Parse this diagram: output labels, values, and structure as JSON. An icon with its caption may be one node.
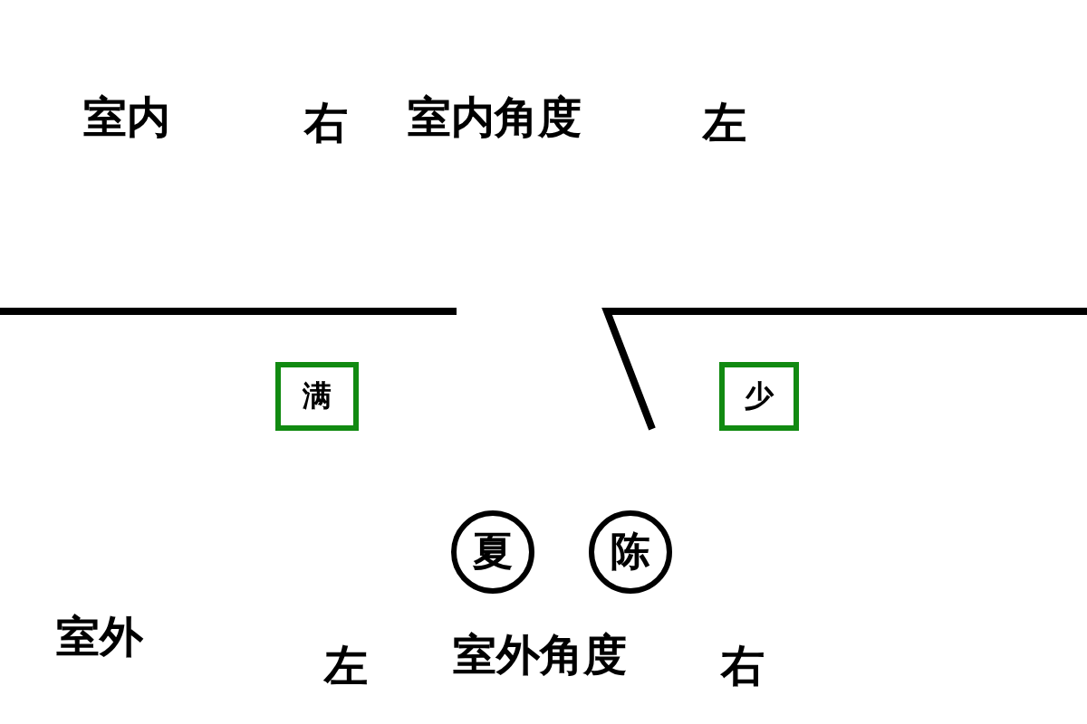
{
  "diagram": {
    "nodes": [
      {
        "text": [
          "满"
        ]
      },
      {
        "text": [
          "少"
        ]
      },
      {
        "text": [
          "夏"
        ]
      },
      {
        "text": [
          "陈"
        ]
      }
    ],
    "labels": [
      "室内",
      "右",
      "室内角度",
      "左",
      "室外",
      "左",
      "室外角度",
      "右"
    ]
  }
}
